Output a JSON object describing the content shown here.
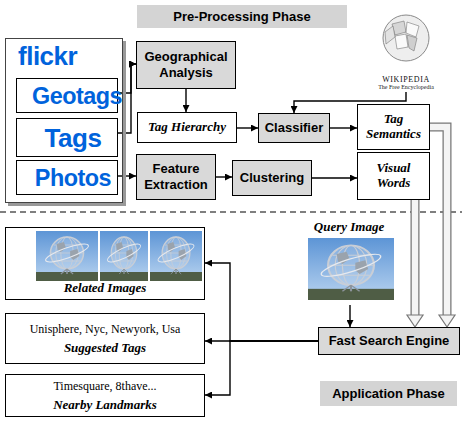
{
  "diagram": {
    "nodes": [
      {
        "text": [
          "Pre-Processing Phase"
        ]
      },
      {
        "text": [
          "flickr"
        ]
      },
      {
        "text": [
          "Geotags"
        ],
        "in": 1
      },
      {
        "text": [
          "Tags"
        ],
        "in": 1
      },
      {
        "text": [
          "Photos"
        ],
        "in": 1
      },
      {
        "text": [
          "Geographical Analysis"
        ]
      },
      {
        "text": [
          "WIKIPEDIA",
          "The Free Encyclopedia"
        ]
      },
      {
        "text": [
          "Tag Hierarchy"
        ]
      },
      {
        "text": [
          "Classifier"
        ]
      },
      {
        "text": [
          "Tag Semantics"
        ]
      },
      {
        "text": [
          "Feature Extraction"
        ]
      },
      {
        "text": [
          "Clustering"
        ]
      },
      {
        "text": [
          "Visual Words"
        ]
      },
      {
        "text": [
          "Related Images"
        ]
      },
      {
        "text": [
          "Query Image"
        ]
      },
      {
        "text": [
          "Unisphere, Nyc, Newyork, Usa",
          "Suggested Tags"
        ]
      },
      {
        "text": [
          "Fast Search Engine"
        ]
      },
      {
        "text": [
          "Timesquare, 8thave...",
          "Nearby Landmarks"
        ]
      },
      {
        "text": [
          "Application Phase"
        ]
      }
    ],
    "edges": [
      {
        "from": 2,
        "to": 5,
        "arrow": "to"
      },
      {
        "from": 3,
        "to": 5,
        "arrow": "to"
      },
      {
        "from": 5,
        "to": 7,
        "arrow": "to"
      },
      {
        "from": 7,
        "to": 8,
        "arrow": "to"
      },
      {
        "from": 6,
        "to": 8,
        "arrow": "to"
      },
      {
        "from": 8,
        "to": 9,
        "arrow": "to"
      },
      {
        "from": 4,
        "to": 10,
        "arrow": "to"
      },
      {
        "from": 10,
        "to": 11,
        "arrow": "to"
      },
      {
        "from": 11,
        "to": 12,
        "arrow": "to"
      },
      {
        "from": 9,
        "to": 16,
        "arrow": "to"
      },
      {
        "from": 12,
        "to": 16,
        "arrow": "to"
      },
      {
        "from": 14,
        "to": 16,
        "arrow": "to"
      },
      {
        "from": 16,
        "to": 13,
        "arrow": "to"
      },
      {
        "from": 16,
        "to": 15,
        "arrow": "to"
      },
      {
        "from": 16,
        "to": 17,
        "arrow": "to"
      }
    ]
  }
}
